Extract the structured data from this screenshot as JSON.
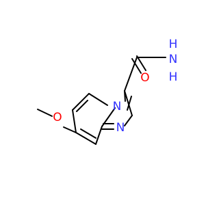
{
  "molecule": {
    "atoms": {
      "amide_nitrogen": "N",
      "amide_hydrogens": "H",
      "carbonyl_oxygen": "O",
      "bridgehead_nitrogen": "N",
      "imidazole_nitrogen": "N",
      "methoxy_oxygen": "O"
    },
    "colors": {
      "nitrogen": "#3333ff",
      "oxygen": "#ff0000",
      "bond": "#000000",
      "background": "#ffffff"
    }
  }
}
